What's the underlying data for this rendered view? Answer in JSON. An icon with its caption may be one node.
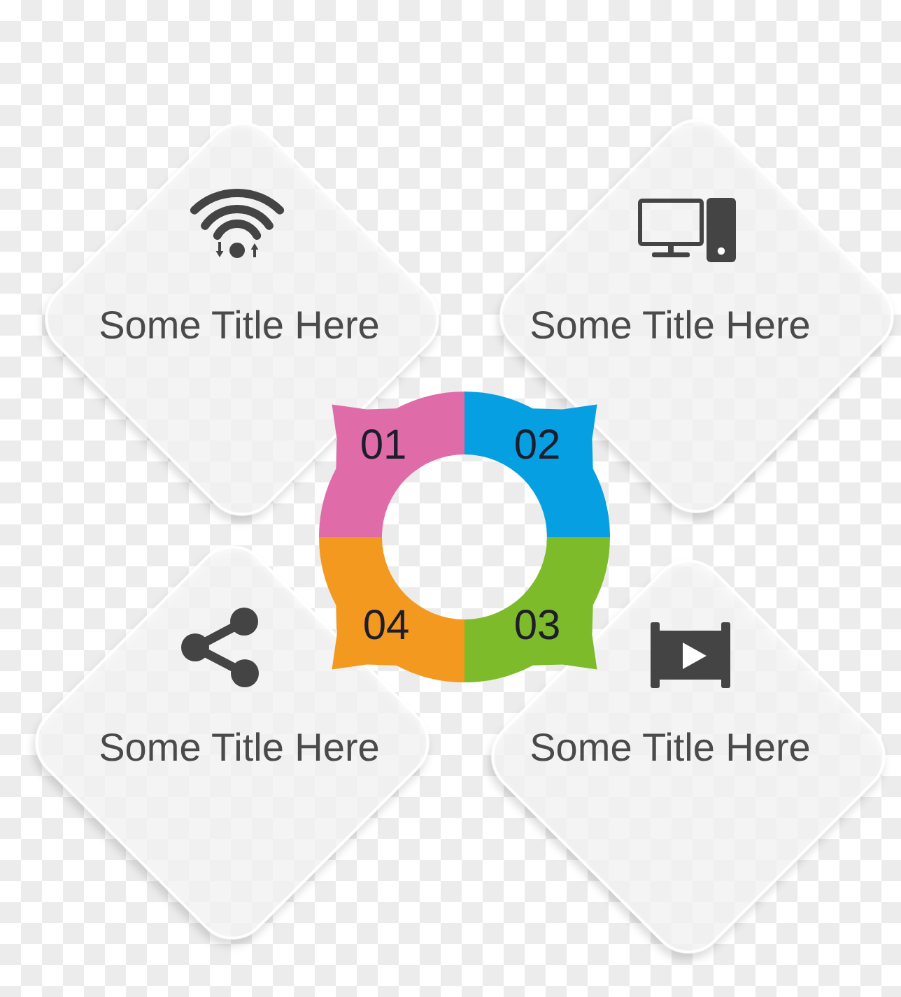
{
  "diagram": {
    "nodes": [
      {
        "text": [
          "Some Title Here"
        ]
      },
      {
        "text": [
          "Some Title Here"
        ]
      },
      {
        "text": [
          "01"
        ]
      },
      {
        "text": [
          "02"
        ]
      },
      {
        "text": [
          "04"
        ]
      },
      {
        "text": [
          "03"
        ]
      },
      {
        "text": [
          "Some Title Here"
        ]
      },
      {
        "text": [
          "Some Title Here"
        ]
      }
    ]
  }
}
